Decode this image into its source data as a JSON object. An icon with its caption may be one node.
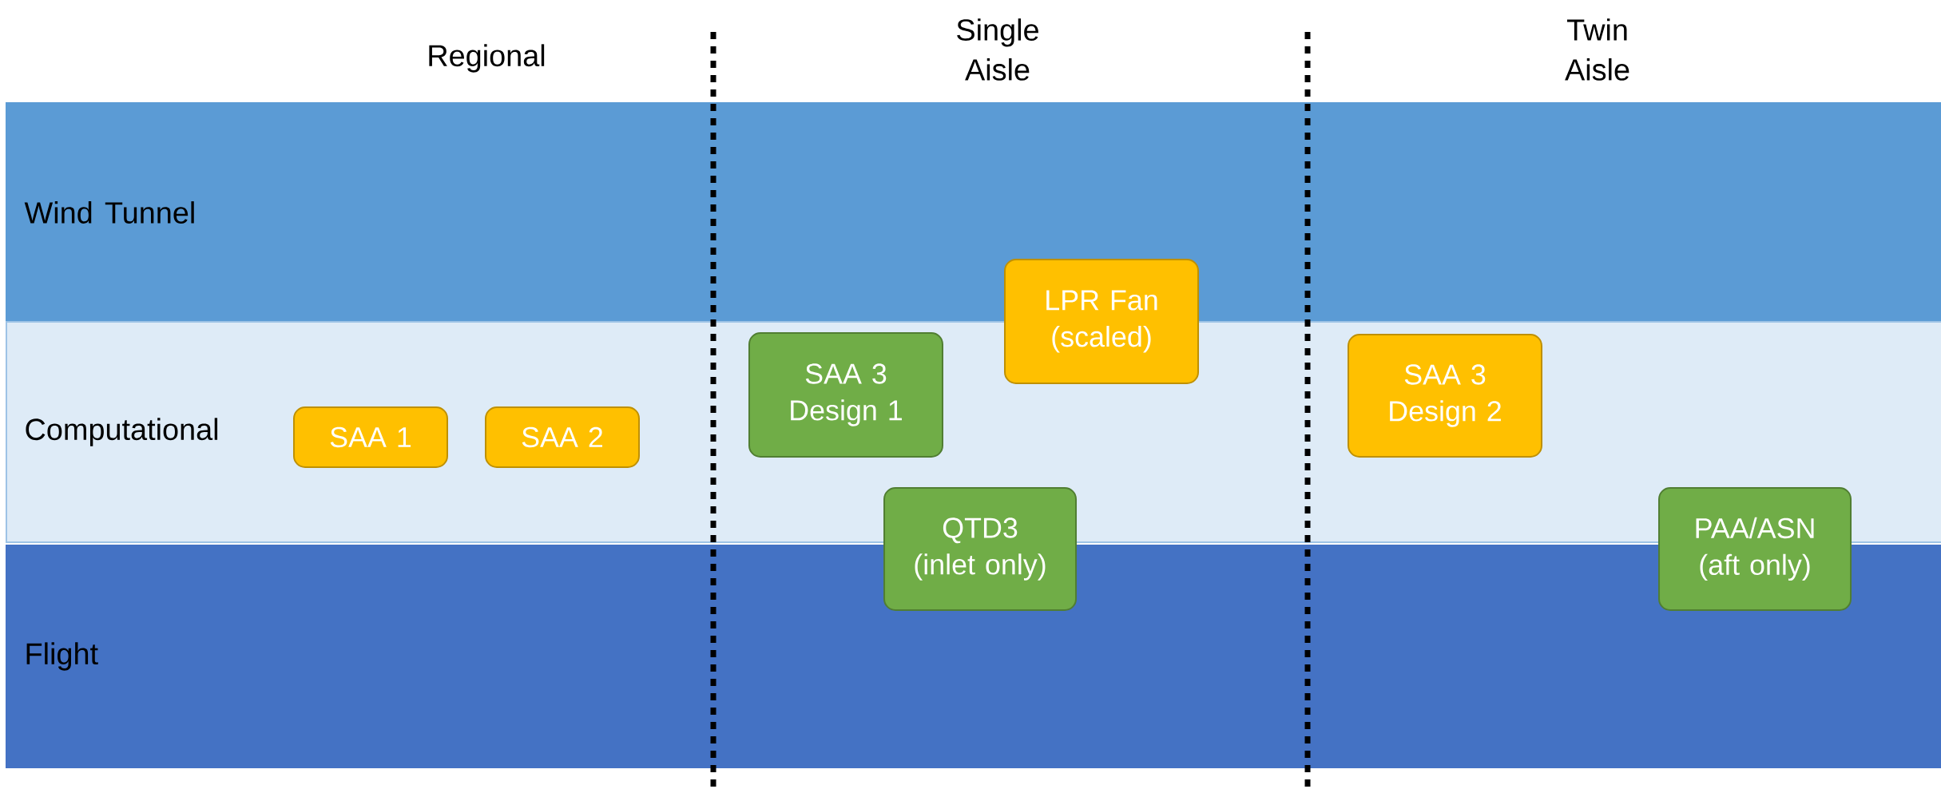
{
  "diagram": {
    "nodes": [
      {
        "text": [
          "Wind Tunnel"
        ]
      },
      {
        "text": [
          "Computational"
        ]
      },
      {
        "text": [
          "Flight"
        ]
      },
      {
        "text": [
          "SAA 1"
        ],
        "in": 1
      },
      {
        "text": [
          "SAA 2"
        ],
        "in": 1
      },
      {
        "text": [
          "SAA 3 Design 1"
        ],
        "in": 1
      },
      {
        "text": [
          "LPR Fan",
          "(scaled)"
        ]
      },
      {
        "text": [
          "QTD3",
          "(inlet only)"
        ]
      },
      {
        "text": [
          "SAA 3 Design 2"
        ],
        "in": 1
      },
      {
        "text": [
          "PAA/ASN",
          "(aft only)"
        ]
      }
    ],
    "labels": [
      "Regional",
      "Single Aisle",
      "Twin Aisle"
    ]
  }
}
